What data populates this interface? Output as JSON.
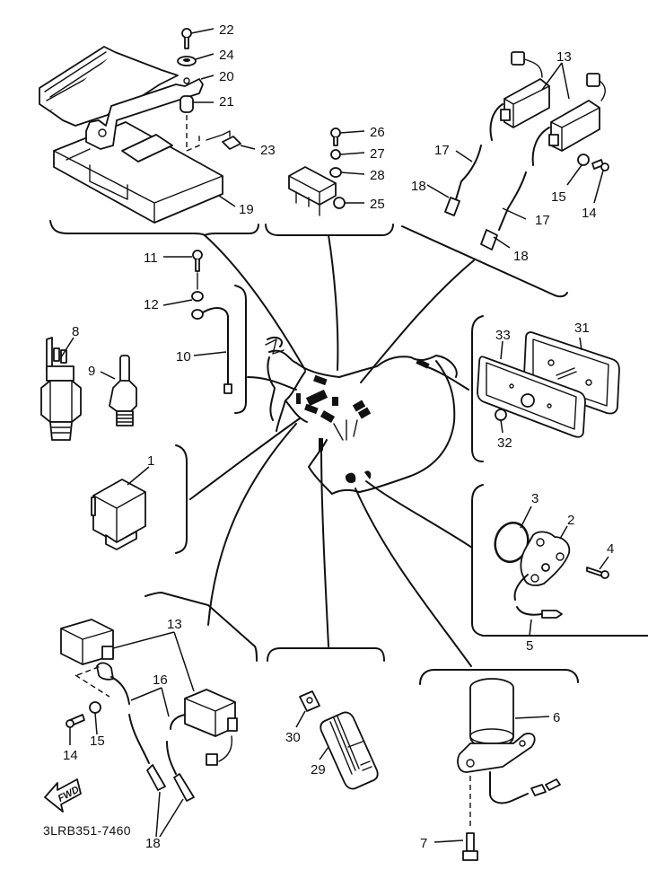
{
  "diagram": {
    "type": "exploded-parts-diagram",
    "diagram_code": "3LRB351-7460",
    "direction_indicator": "FWD",
    "groups": [
      {
        "id": "ecu-group",
        "parts": [
          "19",
          "20",
          "21",
          "22",
          "23",
          "24"
        ]
      },
      {
        "id": "sensor-group",
        "parts": [
          "25",
          "26",
          "27",
          "28"
        ]
      },
      {
        "id": "front-coil-group",
        "parts": [
          "13",
          "14",
          "15",
          "17",
          "18"
        ]
      },
      {
        "id": "ground-lead-group",
        "parts": [
          "10",
          "11",
          "12"
        ]
      },
      {
        "id": "switches",
        "parts": [
          "8",
          "9"
        ]
      },
      {
        "id": "relay-group",
        "parts": [
          "1"
        ]
      },
      {
        "id": "reflector-group",
        "parts": [
          "31",
          "32",
          "33"
        ]
      },
      {
        "id": "pickup-group",
        "parts": [
          "2",
          "3",
          "4",
          "5"
        ]
      },
      {
        "id": "rear-coil-group",
        "parts": [
          "13",
          "14",
          "15",
          "16",
          "18"
        ]
      },
      {
        "id": "rectifier-group",
        "parts": [
          "29",
          "30"
        ]
      },
      {
        "id": "solenoid-group",
        "parts": [
          "6",
          "7"
        ]
      }
    ],
    "labels": {
      "p1": "1",
      "p2": "2",
      "p3": "3",
      "p4": "4",
      "p5": "5",
      "p6": "6",
      "p7": "7",
      "p8": "8",
      "p9": "9",
      "p10": "10",
      "p11": "11",
      "p12": "12",
      "p13a": "13",
      "p13b": "13",
      "p14a": "14",
      "p14b": "14",
      "p15a": "15",
      "p15b": "15",
      "p16": "16",
      "p17a": "17",
      "p17b": "17",
      "p18a": "18",
      "p18b": "18",
      "p18c": "18",
      "p19": "19",
      "p20": "20",
      "p21": "21",
      "p22": "22",
      "p23": "23",
      "p24": "24",
      "p25": "25",
      "p26": "26",
      "p27": "27",
      "p28": "28",
      "p29": "29",
      "p30": "30",
      "p31": "31",
      "p32": "32",
      "p33": "33"
    }
  }
}
